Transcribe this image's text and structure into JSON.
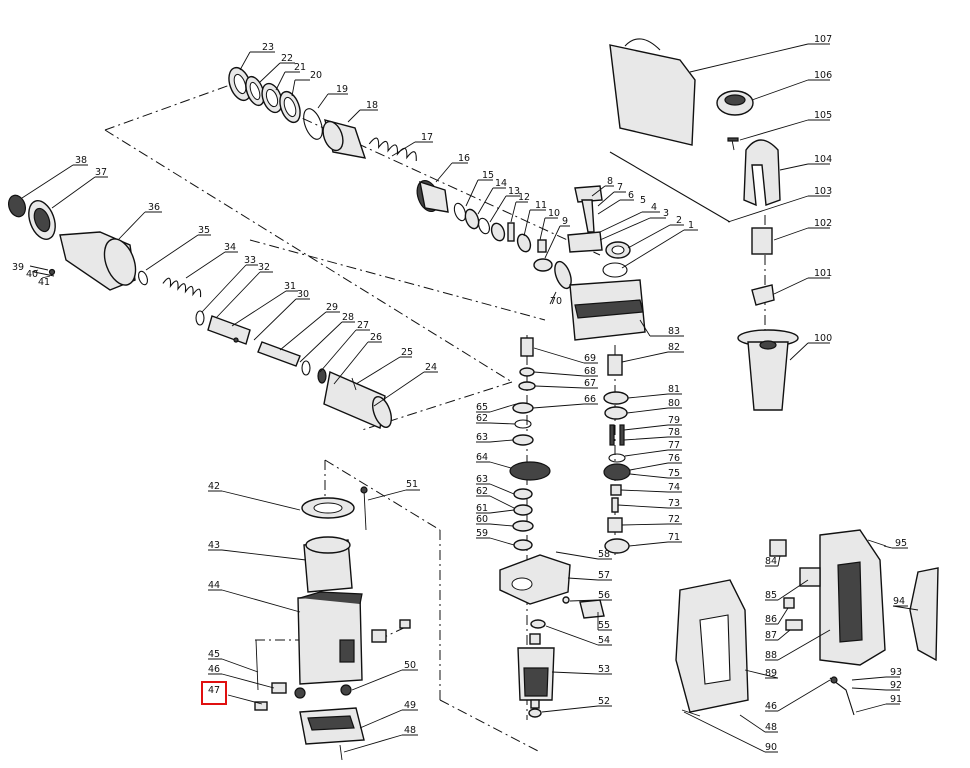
{
  "diagram": {
    "highlight": {
      "label": "47",
      "color": "#e01010"
    },
    "labels": {
      "l1": "1",
      "l2": "2",
      "l3": "3",
      "l4": "4",
      "l5": "5",
      "l6": "6",
      "l7": "7",
      "l8": "8",
      "l9": "9",
      "l10": "10",
      "l11": "11",
      "l12": "12",
      "l13": "13",
      "l14": "14",
      "l15": "15",
      "l16": "16",
      "l17": "17",
      "l18": "18",
      "l19": "19",
      "l20": "20",
      "l21": "21",
      "l22": "22",
      "l23": "23",
      "l24": "24",
      "l25": "25",
      "l26": "26",
      "l27": "27",
      "l28": "28",
      "l29": "29",
      "l30": "30",
      "l31": "31",
      "l32": "32",
      "l33": "33",
      "l34": "34",
      "l35": "35",
      "l36": "36",
      "l37": "37",
      "l38": "38",
      "l39": "39",
      "l40": "40",
      "l41": "41",
      "l42": "42",
      "l43": "43",
      "l44": "44",
      "l45": "45",
      "l46": "46",
      "l47": "47",
      "l48a": "48",
      "l48b": "48",
      "l49": "49",
      "l50": "50",
      "l51": "51",
      "l52": "52",
      "l53": "53",
      "l54": "54",
      "l55": "55",
      "l56": "56",
      "l57": "57",
      "l58": "58",
      "l59": "59",
      "l60": "60",
      "l61": "61",
      "l62a": "62",
      "l62b": "62",
      "l63a": "63",
      "l63b": "63",
      "l64": "64",
      "l65": "65",
      "l66": "66",
      "l67": "67",
      "l68": "68",
      "l69": "69",
      "l70": "70",
      "l71": "71",
      "l72": "72",
      "l73": "73",
      "l74": "74",
      "l75": "75",
      "l76": "76",
      "l77": "77",
      "l78": "78",
      "l79": "79",
      "l80": "80",
      "l81": "81",
      "l82": "82",
      "l83": "83",
      "l84": "84",
      "l85": "85",
      "l86": "86",
      "l87": "87",
      "l88": "88",
      "l89": "89",
      "l90": "90",
      "l91": "91",
      "l92": "92",
      "l93": "93",
      "l94": "94",
      "l95": "95",
      "l100": "100",
      "l101": "101",
      "l102": "102",
      "l103": "103",
      "l104": "104",
      "l105": "105",
      "l106": "106",
      "l107": "107"
    }
  }
}
